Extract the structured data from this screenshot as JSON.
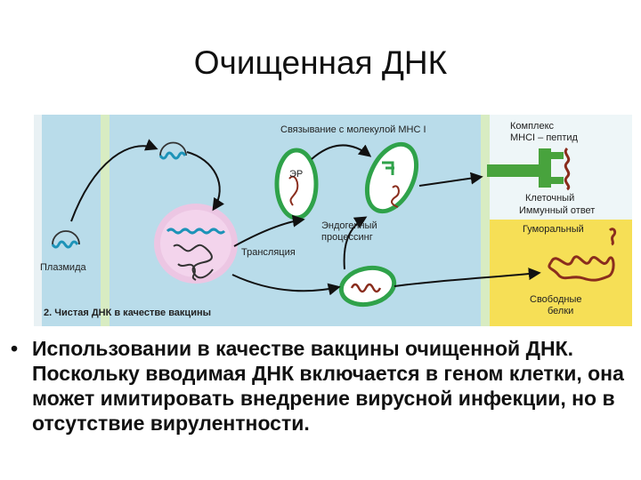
{
  "slide": {
    "title": "Очищенная ДНК",
    "bullets": [
      "Использовании в качестве вакцины очищенной ДНК. Поскольку вводимая ДНК включается в геном клетки, она может имитировать внедрение вирусной инфекции, но в отсутствие вирулентности."
    ]
  },
  "figure": {
    "labels": {
      "binding": "Связывание с молекулой МНС I",
      "complex_line1": "Комплекс",
      "complex_line2": "МНСI – пептид",
      "er": "ЭР",
      "endogenous_line1": "Эндогенный",
      "endogenous_line2": "процессинг",
      "translation": "Трансляция",
      "plasmid": "Плазмида",
      "cellular": "Клеточный",
      "immune_response": "Иммунный ответ",
      "humoral": "Гуморальный",
      "free_line1": "Свободные",
      "free_line2": "белки",
      "caption": "2. Чистая ДНК в качестве вакцины"
    },
    "colors": {
      "panel_blue": "#b9dcea",
      "membrane_band": "#d8ecc2",
      "humoral_zone": "#f6df56",
      "nucleus": "#ecc6e3",
      "plasmid": "#1d93b8",
      "vesicle": "#2fa24a",
      "receptor": "#48a33d",
      "peptide": "#8a2d1d",
      "arrow": "#111111"
    }
  }
}
